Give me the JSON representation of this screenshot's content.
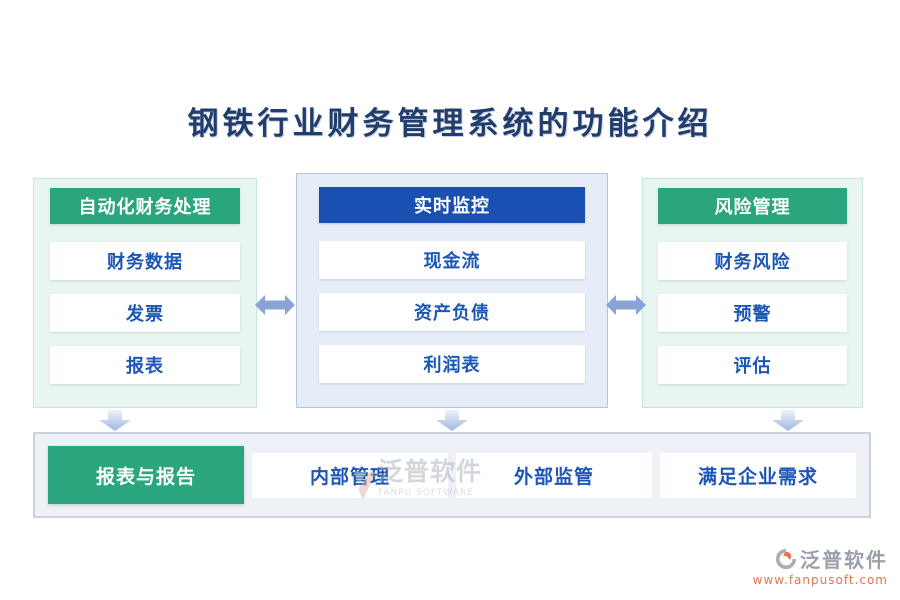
{
  "title": "钢铁行业财务管理系统的功能介绍",
  "columns": [
    {
      "header": "自动化财务处理",
      "theme": "green",
      "items": [
        "财务数据",
        "发票",
        "报表"
      ]
    },
    {
      "header": "实时监控",
      "theme": "blue",
      "items": [
        "现金流",
        "资产负债",
        "利润表"
      ]
    },
    {
      "header": "风险管理",
      "theme": "green",
      "items": [
        "财务风险",
        "预警",
        "评估"
      ]
    }
  ],
  "bottom_row": {
    "items": [
      {
        "label": "报表与报告",
        "highlighted": true
      },
      {
        "label": "内部管理",
        "highlighted": false
      },
      {
        "label": "外部监管",
        "highlighted": false
      },
      {
        "label": "满足企业需求",
        "highlighted": false
      }
    ]
  },
  "watermark": {
    "text": "泛普软件",
    "subtext": "FANPU SOFTWARE"
  },
  "brand": {
    "name": "泛普软件",
    "url": "www.fanpusoft.com"
  },
  "colors": {
    "green_accent": "#2ba57d",
    "blue_accent": "#1a50b2",
    "item_text_blue": "#1d57b5",
    "title_navy": "#223c6b",
    "arrow_blue": "#8aa4d8",
    "column_green_bg": "#e9f5f0",
    "column_blue_bg": "#e6ecf8",
    "bottom_bar_bg": "#eef1f6",
    "brand_orange": "#e4764f"
  }
}
